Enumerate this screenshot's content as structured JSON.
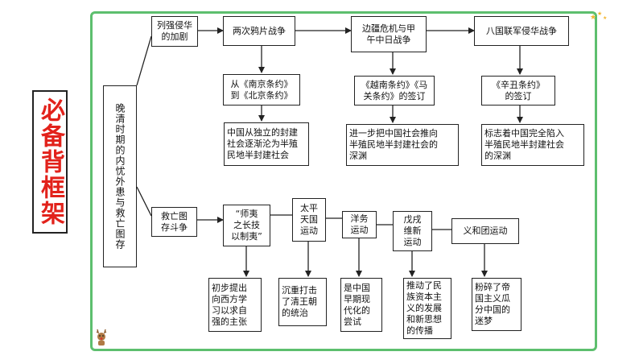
{
  "side_title": "必备背框架",
  "nodes": {
    "main": "晚清时期的内忧外患与救亡图存",
    "invasion": "列强侵华\n的加剧",
    "opium": "两次鸦片战争",
    "border": "边疆危机与甲\n午中日战争",
    "eight": "八国联军侵华战争",
    "treaty1": "从《南京条约》\n到《北京条约》",
    "treaty2": "《越南条约》《马\n关条约》的签订",
    "treaty3": "《辛丑条约》\n的签订",
    "result1": "中国从独立的封建\n社会逐渐沦为半殖\n民地半封建社会",
    "result2": "进一步把中国社会推向\n半殖民地半封建社会的\n深渊",
    "result3": "标志着中国完全陷入\n半殖民地半封建社会\n的深渊",
    "save": "救亡图\n存斗争",
    "learn": "“师夷\n之长技\n以制夷”",
    "taiping": "太平\n天国\n运动",
    "westernization": "洋务\n运动",
    "reform": "戊戌\n维新\n运动",
    "boxer": "义和团运动",
    "effect1": "初步提出\n向西方学\n习以求自\n强的主张",
    "effect2": "沉重打击\n了清王朝\n的统治",
    "effect3": "是中国\n早期现\n代化的\n尝试",
    "effect4": "推动了民\n族资本主\n义的发展\n和新思想\n的传播",
    "effect5": "粉碎了帝\n国主义瓜\n分中国的\n迷梦"
  },
  "colors": {
    "frame": "#5dbf6e",
    "side_title": "#e2221b",
    "line": "#222222"
  },
  "icons": [
    "star-icon",
    "reindeer-icon"
  ]
}
